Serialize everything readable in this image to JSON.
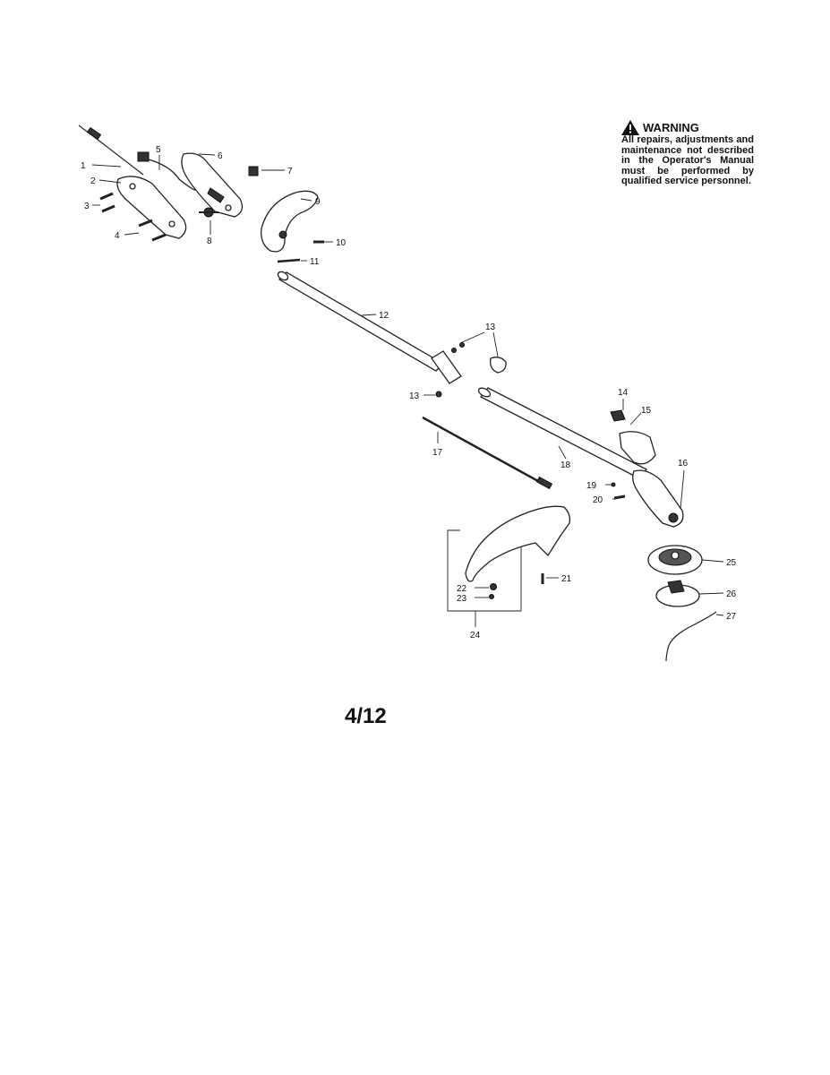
{
  "warning": {
    "title": "WARNING",
    "body": "All repairs, adjustments and maintenance not described in the Operator's Manual must be performed by qualified service personnel."
  },
  "page_number": "4/12",
  "callouts": [
    "1",
    "2",
    "3",
    "4",
    "5",
    "6",
    "7",
    "8",
    "9",
    "10",
    "11",
    "12",
    "13",
    "13",
    "14",
    "15",
    "16",
    "17",
    "18",
    "19",
    "20",
    "21",
    "22",
    "23",
    "24",
    "25",
    "26",
    "27"
  ]
}
